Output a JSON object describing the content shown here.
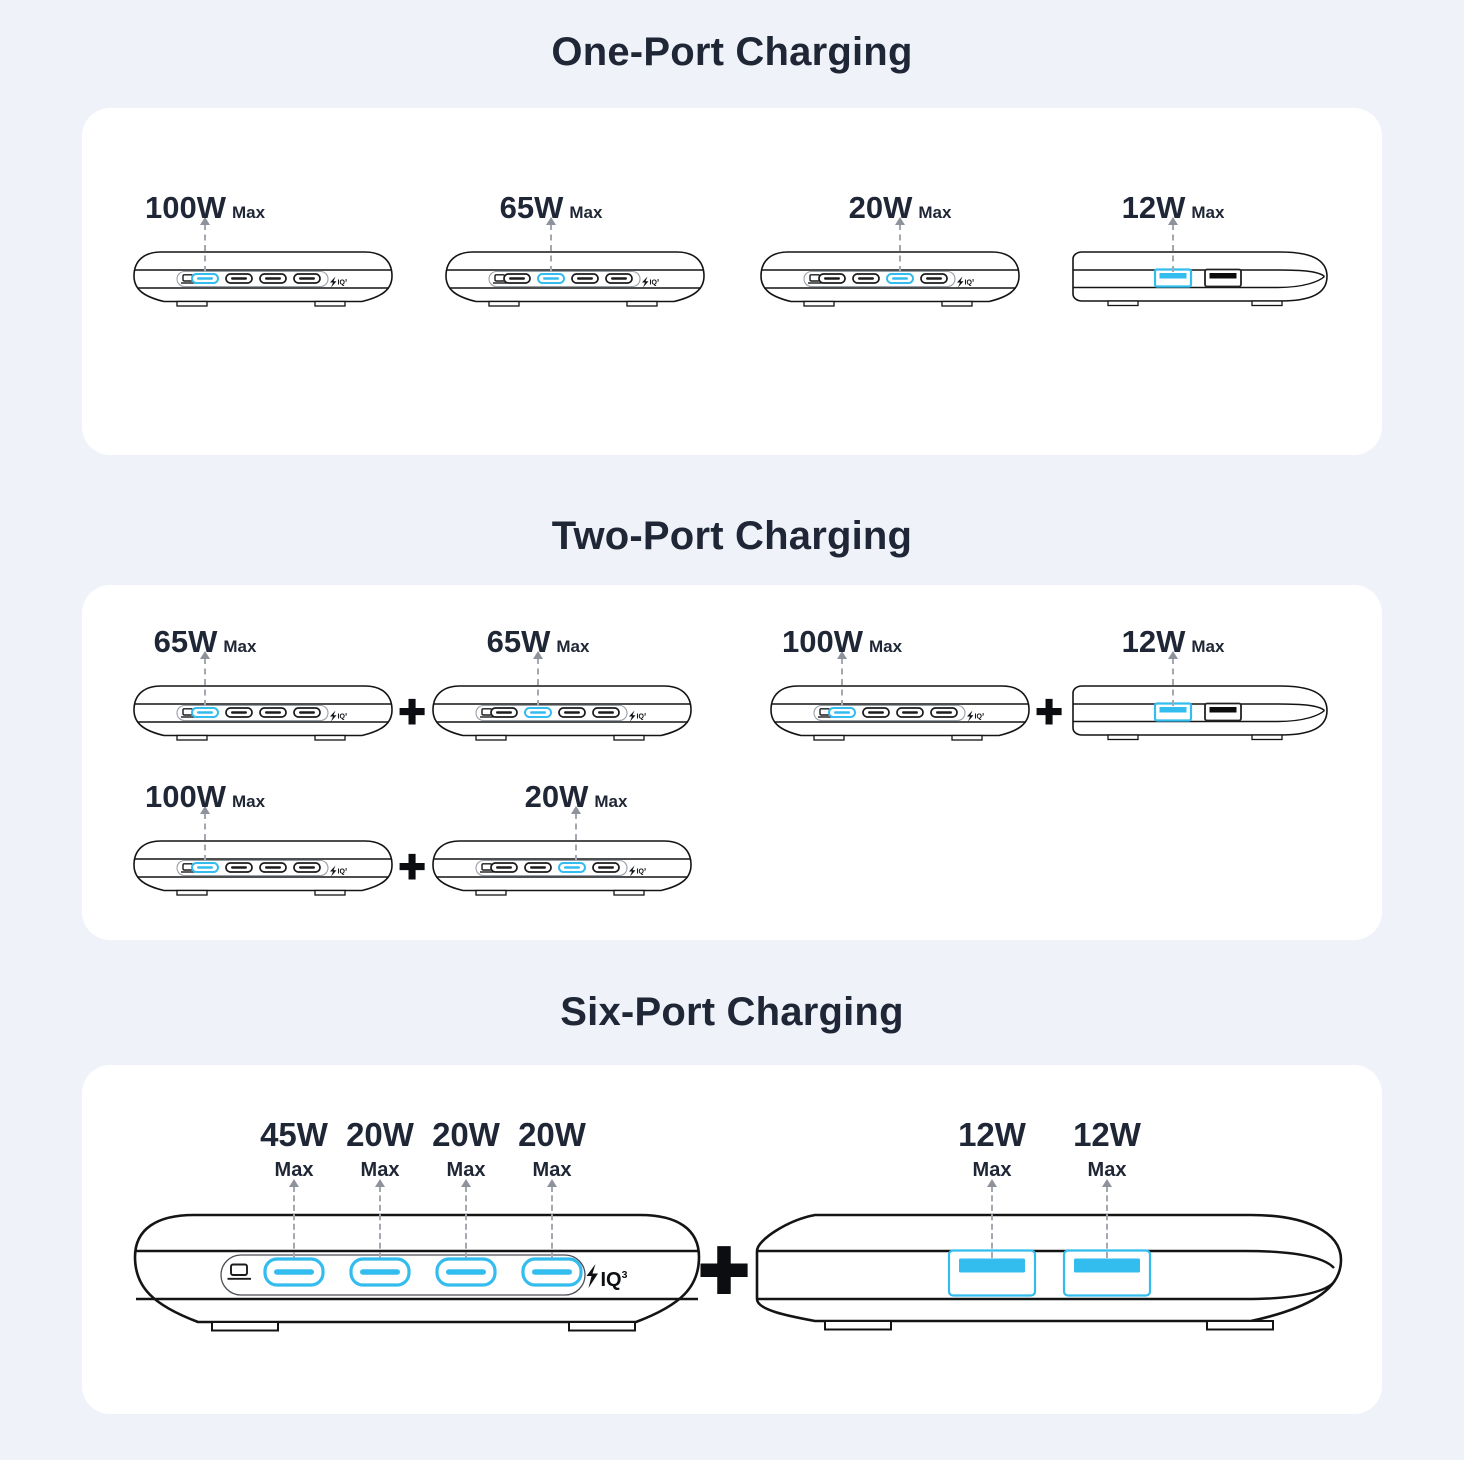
{
  "colors": {
    "accent": "#33BCEE",
    "background": "#EFF2F9",
    "card": "#FFFFFF",
    "text": "#1F2635",
    "outline": "#141414",
    "arrow": "#A4A8B0"
  },
  "shared": {
    "max_label": "Max",
    "iq_label": "IQ",
    "iq_superscript": "3",
    "plus_sign": "+"
  },
  "sections": [
    {
      "title": "One-Port Charging",
      "units": [
        {
          "watt": "100W",
          "port_type": "USB-C",
          "highlighted_port": 1
        },
        {
          "watt": "65W",
          "port_type": "USB-C",
          "highlighted_port": 2
        },
        {
          "watt": "20W",
          "port_type": "USB-C",
          "highlighted_port": 3
        },
        {
          "watt": "12W",
          "port_type": "USB-A",
          "highlighted_port": 1
        }
      ]
    },
    {
      "title": "Two-Port Charging",
      "pairs": [
        {
          "left": {
            "watt": "65W",
            "port_type": "USB-C",
            "highlighted_port": 1
          },
          "right": {
            "watt": "65W",
            "port_type": "USB-C",
            "highlighted_port": 2
          }
        },
        {
          "left": {
            "watt": "100W",
            "port_type": "USB-C",
            "highlighted_port": 1
          },
          "right": {
            "watt": "12W",
            "port_type": "USB-A",
            "highlighted_port": 1
          }
        },
        {
          "left": {
            "watt": "100W",
            "port_type": "USB-C",
            "highlighted_port": 1
          },
          "right": {
            "watt": "20W",
            "port_type": "USB-C",
            "highlighted_port": 3
          }
        }
      ]
    },
    {
      "title": "Six-Port Charging",
      "usb_c_device": {
        "port_watts": [
          "45W",
          "20W",
          "20W",
          "20W"
        ]
      },
      "usb_a_device": {
        "port_watts": [
          "12W",
          "12W"
        ]
      }
    }
  ]
}
